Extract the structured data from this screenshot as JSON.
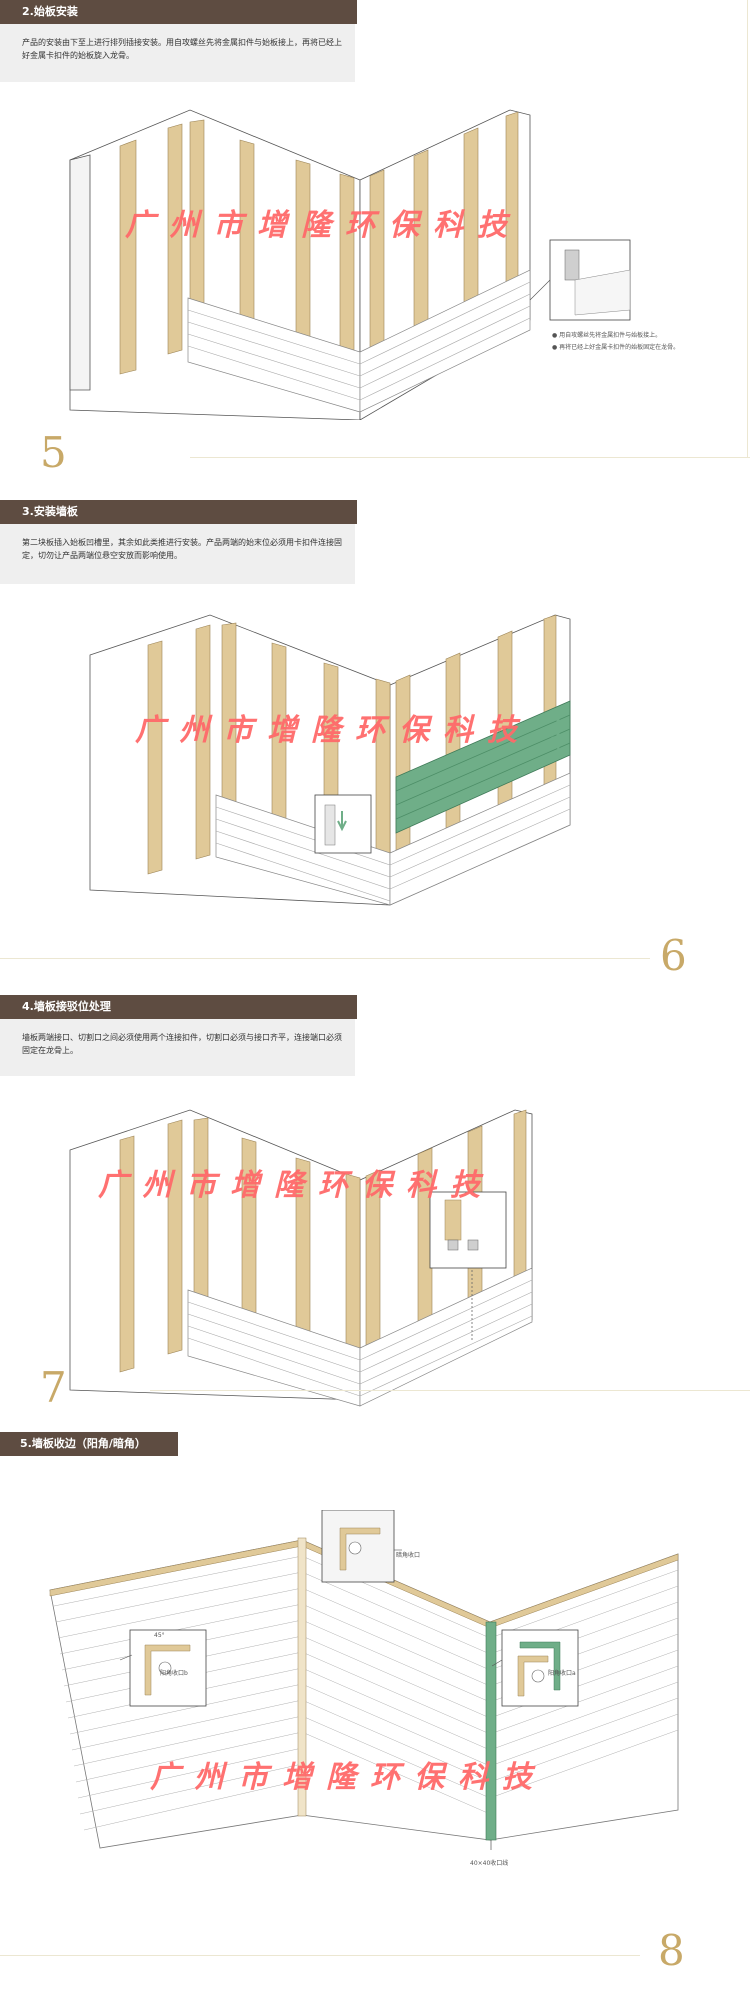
{
  "watermark": "广州市增隆环保科技",
  "sections": [
    {
      "title": "2.始板安装",
      "description": "产品的安装由下至上进行排列插接安装。用自攻螺丝先将金属扣件与始板接上，再将已经上好金属卡扣件的始板旋入龙骨。",
      "step": "5",
      "notes": [
        "用自攻螺丝先将金属扣件与始板接上。",
        "再将已经上好金属卡扣件的始板固定在龙骨。"
      ]
    },
    {
      "title": "3.安装墙板",
      "description": "第二块板插入始板凹槽里，其余如此类推进行安装。产品两端的始末位必须用卡扣件连接固定，切勿让产品两端位悬空安放而影响使用。",
      "step": "6"
    },
    {
      "title": "4.墙板接驳位处理",
      "description": "墙板两端接口、切割口之间必须使用两个连接扣件，切割口必须与接口齐平，连接端口必须固定在龙骨上。",
      "step": "7"
    },
    {
      "title": "5.墙板收边（阳角/暗角）",
      "step": "8",
      "labels": {
        "inner_corner": "暗角收口",
        "outer_corner_b": "阳角收口b",
        "outer_corner_a": "阳角收口a",
        "angle": "45°",
        "trim": "40×40收口线"
      }
    }
  ],
  "colors": {
    "header_bg": "#5e4c41",
    "stud": "#e0c998",
    "panel_green": "#6fae88",
    "step_number": "#c8a968",
    "watermark": "#ff6a6a"
  }
}
